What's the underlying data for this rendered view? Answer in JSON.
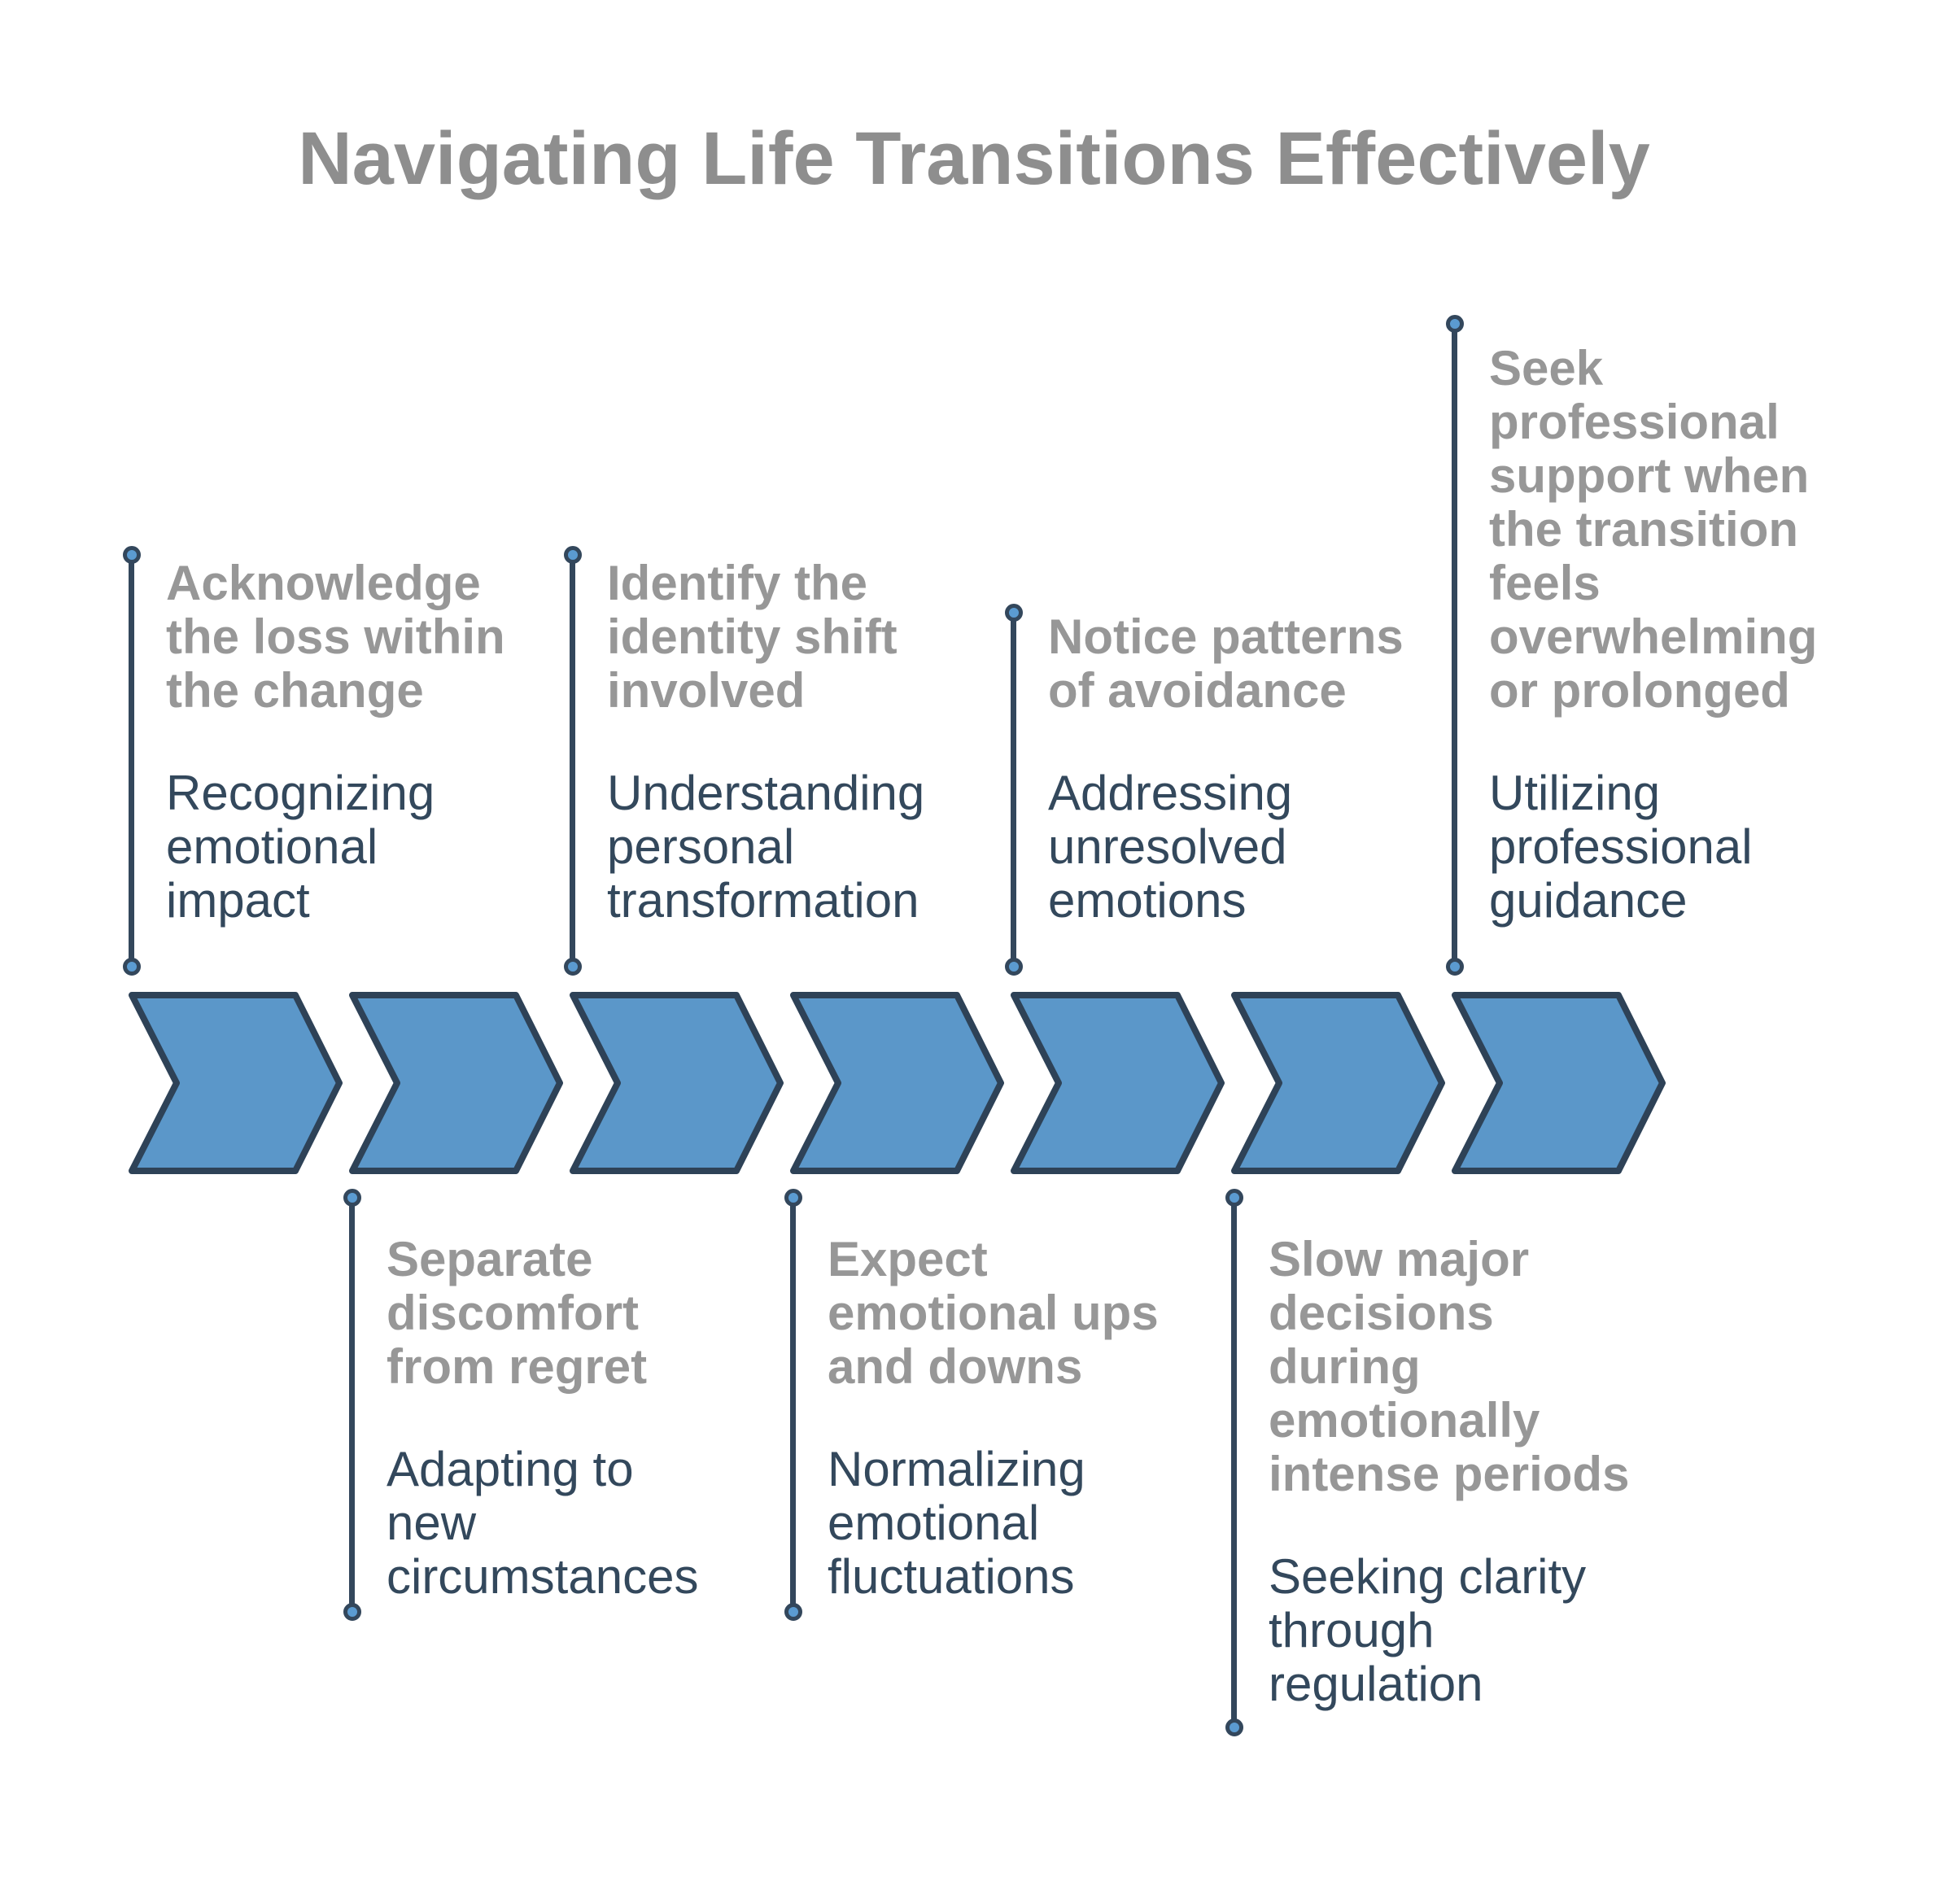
{
  "title": "Navigating Life Transitions Effectively",
  "colors": {
    "arrow_fill": "#5b97c9",
    "arrow_stroke": "#2e4257",
    "connector_line": "#33475c",
    "dot_fill": "#5b9bd1",
    "heading_text": "#979797",
    "body_text": "#33485c",
    "title_text": "#8e8e8e"
  },
  "steps": [
    {
      "position": "above-arrows",
      "heading": "Acknowledge\nthe loss within\nthe change",
      "body": "Recognizing\nemotional\nimpact"
    },
    {
      "position": "below-arrows",
      "heading": "Separate\ndiscomfort\nfrom regret",
      "body": "Adapting to\nnew\ncircumstances"
    },
    {
      "position": "above-arrows",
      "heading": "Identify the\nidentity shift\ninvolved",
      "body": "Understanding\npersonal\ntransformation"
    },
    {
      "position": "below-arrows",
      "heading": "Expect\nemotional ups\nand downs",
      "body": "Normalizing\nemotional\nfluctuations"
    },
    {
      "position": "above-arrows",
      "heading": "Notice patterns\nof avoidance",
      "body": "Addressing\nunresolved\nemotions"
    },
    {
      "position": "below-arrows",
      "heading": "Slow major\ndecisions\nduring\nemotionally\nintense periods",
      "body": "Seeking clarity\nthrough\nregulation"
    },
    {
      "position": "above-arrows",
      "heading": "Seek\nprofessional\nsupport when\nthe transition\nfeels\noverwhelming\nor prolonged",
      "body": "Utilizing\nprofessional\nguidance"
    }
  ]
}
